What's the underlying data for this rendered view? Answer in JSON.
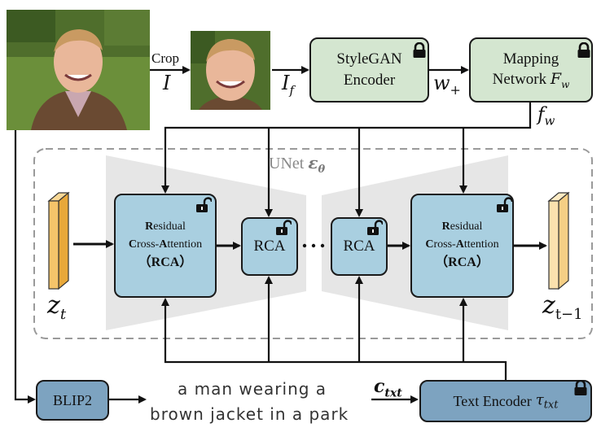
{
  "inputs": {
    "crop_label": "Crop",
    "image_symbol": "I",
    "face_symbol": "I",
    "face_subscript": "f"
  },
  "encoders": {
    "stylegan_line1": "StyleGAN",
    "stylegan_line2": "Encoder",
    "w_plus_symbol": "w",
    "w_plus_subscript": "+",
    "mapping_line1": "Mapping",
    "mapping_line2": "Network",
    "mapping_symbol": "F",
    "mapping_subscript": "w",
    "fw_symbol": "f",
    "fw_subscript": "w"
  },
  "unet": {
    "label": "UNet",
    "symbol": "ε",
    "subscript": "θ",
    "block_left": {
      "line1_initial": "R",
      "line1_rest": "esidual",
      "line2_c": "C",
      "line2_mid": "ross-",
      "line2_a": "A",
      "line2_rest": "ttention",
      "line3": "（RCA）"
    },
    "block_right": {
      "line1_initial": "R",
      "line1_rest": "esidual",
      "line2_c": "C",
      "line2_mid": "ross-",
      "line2_a": "A",
      "line2_rest": "ttention",
      "line3": "（RCA）"
    },
    "rca_small_1": "RCA",
    "rca_small_2": "RCA",
    "ellipsis": "···"
  },
  "latents": {
    "zt_symbol": "z",
    "zt_subscript": "t",
    "zt1_symbol": "z",
    "zt1_subscript": "t−1"
  },
  "text_path": {
    "blip2_label": "BLIP2",
    "caption_line1": "a man wearing a",
    "caption_line2": "brown jacket in a park",
    "ctxt_symbol": "c",
    "ctxt_subscript": "txt",
    "text_encoder_label": "Text Encoder",
    "tau_symbol": "τ",
    "tau_subscript": "txt"
  },
  "colors": {
    "encoder_green": "#d4e6d0",
    "rca_blue": "#a9cfe0",
    "bottom_navy": "#7da3c0",
    "latent_orange": "#f5c46a",
    "unet_trapezoid": "#e4e4e4"
  },
  "icons": [
    "lock-closed-icon",
    "lock-open-icon"
  ]
}
